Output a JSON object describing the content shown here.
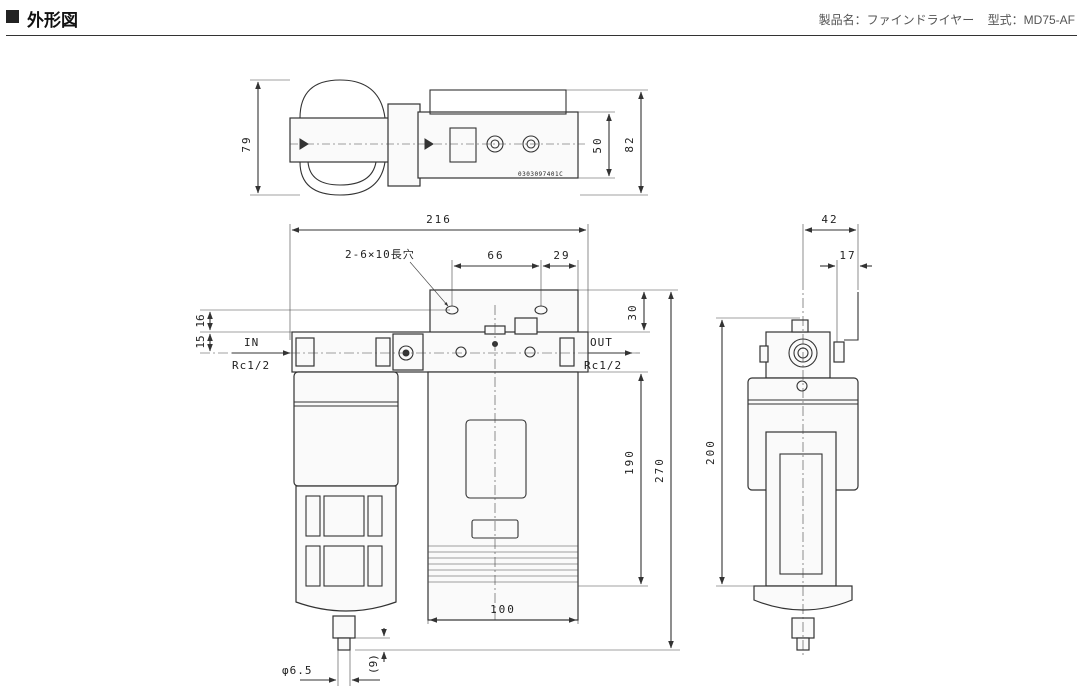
{
  "header": {
    "title": "外形図",
    "product_label": "製品名：",
    "product_name": "ファインドライヤー",
    "model_label": "型式：",
    "model_name": "MD75-AF"
  },
  "drawing": {
    "dims": {
      "top_height_left": "79",
      "top_width_inner": "50",
      "top_height_right": "82",
      "overall_width": "216",
      "slot_note": "2-6×10長穴",
      "slot_pitch": "66",
      "slot_offset": "29",
      "bracket_height": "30",
      "port_offset_a": "16",
      "port_offset_b": "15",
      "body_height": "190",
      "overall_height": "270",
      "bottom_width": "100",
      "drain_dia": "φ6.5",
      "drain_len": "(9)",
      "side_width": "42",
      "side_offset": "17",
      "side_height": "200"
    },
    "ports": {
      "in_label": "IN",
      "in_thread": "Rc1/2",
      "out_label": "OUT",
      "out_thread": "Rc1/2"
    }
  }
}
